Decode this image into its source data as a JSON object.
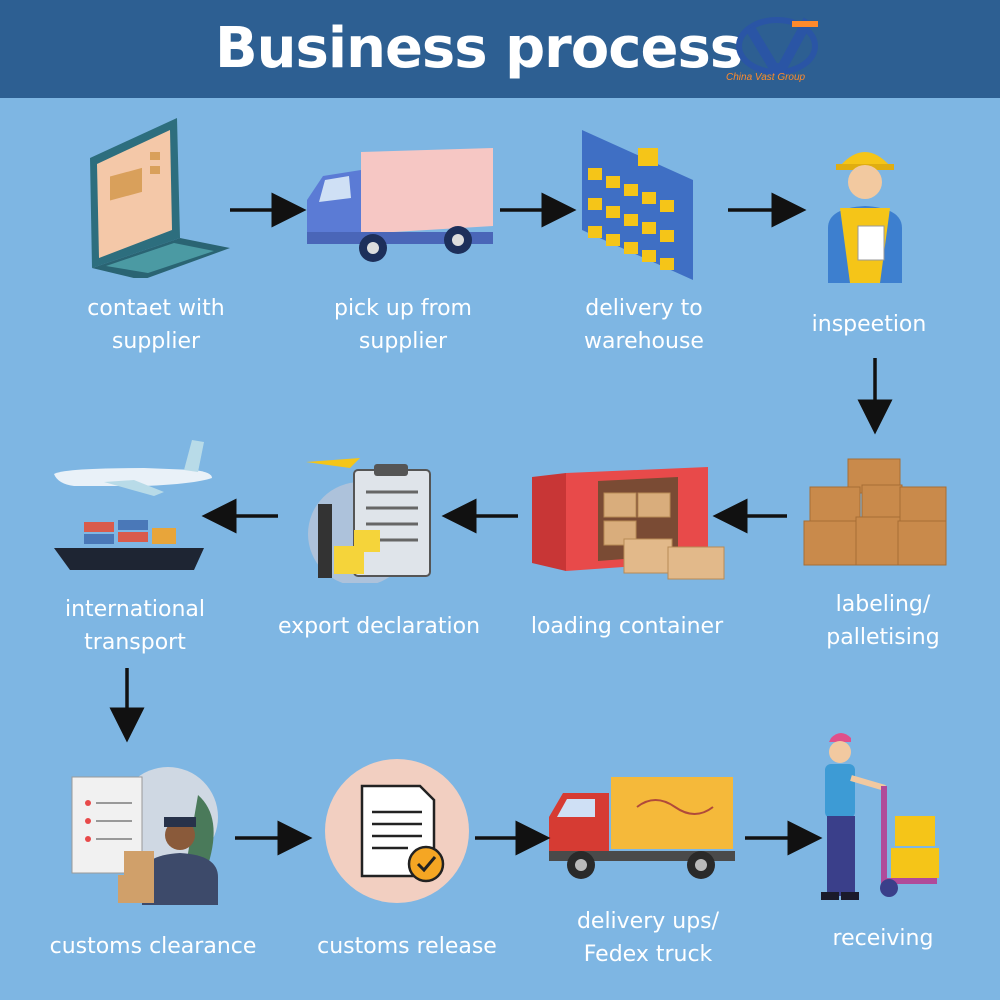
{
  "header": {
    "title": "Business process",
    "logo_text": "China Vast Group"
  },
  "steps": [
    {
      "label": "contaet with\nsupplier",
      "icon": "laptop-icon"
    },
    {
      "label": "pick up from\nsupplier",
      "icon": "van-icon"
    },
    {
      "label": "delivery to\nwarehouse",
      "icon": "warehouse-shelves-icon"
    },
    {
      "label": "inspeetion",
      "icon": "inspector-icon"
    },
    {
      "label": "labeling/\npalletising",
      "icon": "boxes-stack-icon"
    },
    {
      "label": "loading container",
      "icon": "container-icon"
    },
    {
      "label": "export declaration",
      "icon": "clipboard-icon"
    },
    {
      "label": "international\ntransport",
      "icon": "plane-ship-icon"
    },
    {
      "label": "customs clearance",
      "icon": "customs-officer-icon"
    },
    {
      "label": "customs release",
      "icon": "document-check-icon"
    },
    {
      "label": "delivery ups/\nFedex truck",
      "icon": "delivery-truck-icon"
    },
    {
      "label": "receiving",
      "icon": "hand-truck-icon"
    }
  ],
  "colors": {
    "background": "#7eb6e3",
    "header": "#2d5f92",
    "arrow": "#111111",
    "text": "#ffffff",
    "logo_blue": "#2a55a5",
    "logo_orange": "#ff8a2b"
  }
}
